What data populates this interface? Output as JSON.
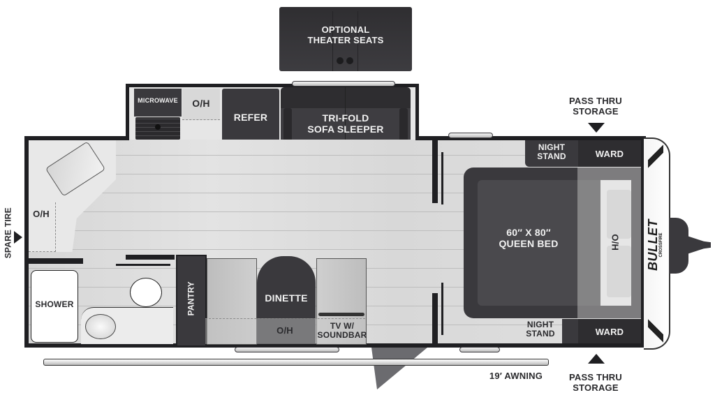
{
  "floorplan": {
    "brand_logo": "BULLET",
    "brand_sub": "CROSSFIRE",
    "optional": {
      "label_line1": "OPTIONAL",
      "label_line2": "THEATER SEATS"
    },
    "kitchen": {
      "microwave": "MICROWAVE",
      "overhead_kitchen": "O/H",
      "refer": "REFER",
      "sofa_line1": "TRI-FOLD",
      "sofa_line2": "SOFA SLEEPER"
    },
    "front_left": {
      "overhead": "O/H"
    },
    "bath": {
      "shower": "SHOWER"
    },
    "pantry": "PANTRY",
    "dinette": {
      "label": "DINETTE",
      "overhead": "O/H",
      "tv_line1": "TV W/",
      "tv_line2": "SOUNDBAR"
    },
    "bedroom": {
      "bed_line1": "60″ X 80″",
      "bed_line2": "QUEEN BED",
      "overhead": "O/H",
      "nightstand_top_line1": "NIGHT",
      "nightstand_top_line2": "STAND",
      "ward_top": "WARD",
      "nightstand_bottom_line1": "NIGHT",
      "nightstand_bottom_line2": "STAND",
      "ward_bottom": "WARD"
    },
    "exterior": {
      "spare_tire": "SPARE TIRE",
      "pass_thru_top_line1": "PASS THRU",
      "pass_thru_top_line2": "STORAGE",
      "pass_thru_bottom_line1": "PASS THRU",
      "pass_thru_bottom_line2": "STORAGE",
      "awning": "19′ AWNING"
    },
    "colors": {
      "wall": "#1f1f22",
      "furniture_dark": "#3a393d",
      "floor": "#dcdcdc",
      "background": "#ffffff"
    }
  }
}
